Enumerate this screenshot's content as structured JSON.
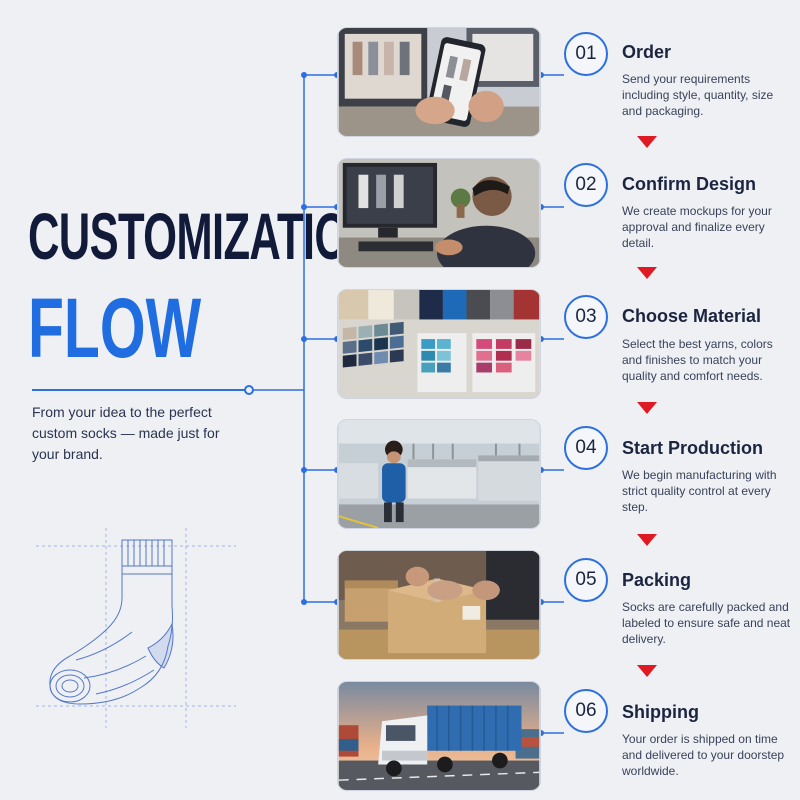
{
  "header": {
    "title_line1": "CUSTOMIZATION",
    "title_line2": "FLOW",
    "intro": "From your idea to the perfect custom socks — made just for your brand."
  },
  "colors": {
    "accent": "#1f6de0",
    "title": "#121a3a",
    "arrow": "#e01a22",
    "background": "#eef0f4"
  },
  "steps": [
    {
      "number": "01",
      "title": "Order",
      "description": "Send your requirements including style, quantity, size and packaging.",
      "image": "hands-holding-phone-with-sock-catalog"
    },
    {
      "number": "02",
      "title": "Confirm Design",
      "description": "We create mockups for your approval and finalize every detail.",
      "image": "designer-at-computer-with-sock-mockups"
    },
    {
      "number": "03",
      "title": "Choose Material",
      "description": "Select the best yarns, colors and finishes to match your quality and comfort needs.",
      "image": "fabric-rolls-and-color-swatches"
    },
    {
      "number": "04",
      "title": "Start Production",
      "description": "We begin manufacturing with strict quality control at every step.",
      "image": "worker-at-knitting-machines"
    },
    {
      "number": "05",
      "title": "Packing",
      "description": "Socks are carefully packed and labeled to ensure safe and neat delivery.",
      "image": "hands-taping-cardboard-boxes"
    },
    {
      "number": "06",
      "title": "Shipping",
      "description": "Your order is shipped on time and delivered to your doorstep worldwide.",
      "image": "container-truck-on-highway"
    }
  ]
}
